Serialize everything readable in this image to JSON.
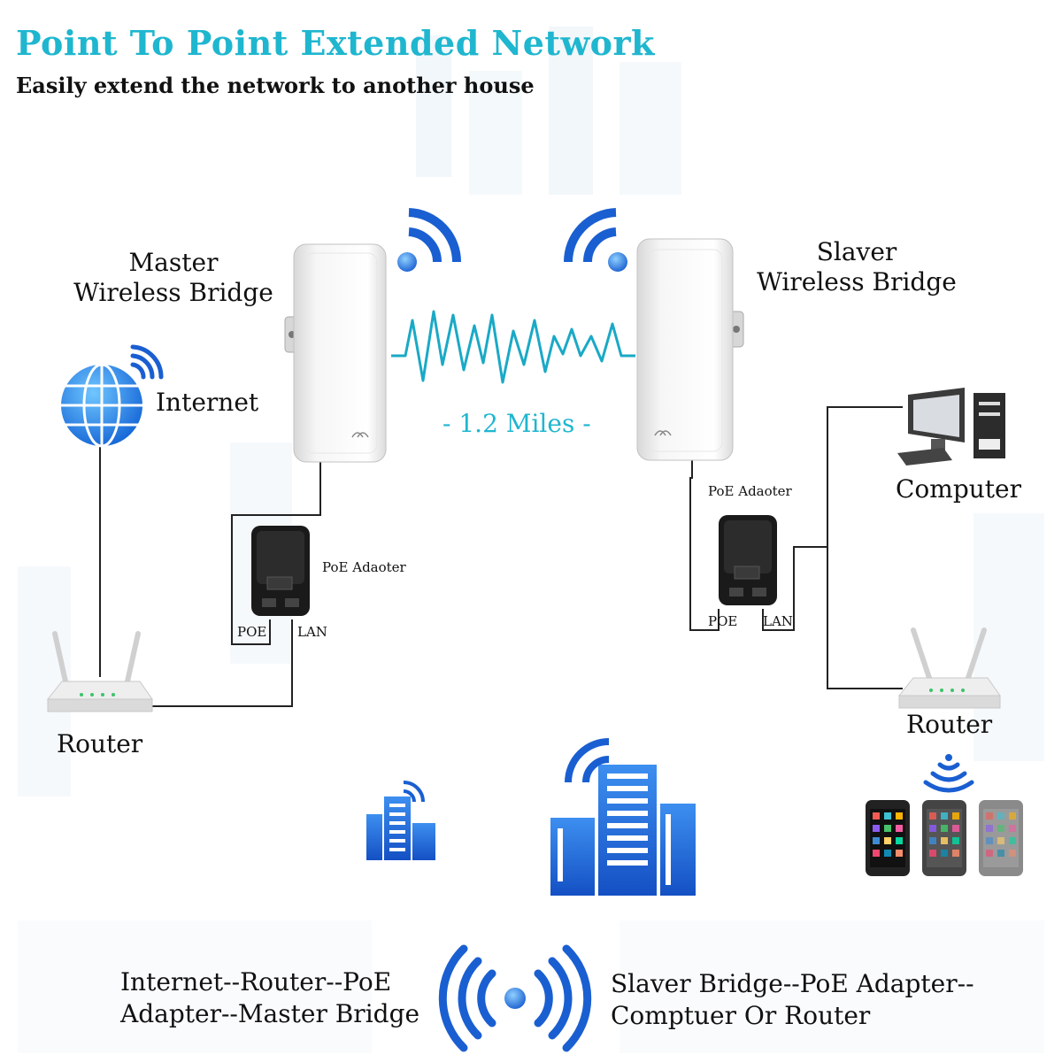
{
  "header": {
    "title": "Point To Point Extended Network",
    "subtitle": "Easily extend the network to another house"
  },
  "labels": {
    "master_bridge": [
      "Master",
      "Wireless Bridge"
    ],
    "slaver_bridge": [
      "Slaver",
      "Wireless Bridge"
    ],
    "internet": "Internet",
    "router_left": "Router",
    "router_right": "Router",
    "computer": "Computer",
    "poe_adapter_left": "PoE Adaoter",
    "poe_adapter_right": "PoE Adaoter",
    "poe_port_left": "POE",
    "lan_port_left": "LAN",
    "poe_port_right": "POE",
    "lan_port_right": "LAN",
    "distance": "- 1.2 Miles -"
  },
  "footer": {
    "left": [
      "Internet--Router--PoE",
      "Adapter--Master Bridge"
    ],
    "right": [
      "Slaver Bridge--PoE Adapter--",
      "Comptuer Or Router"
    ]
  },
  "colors": {
    "title": "#1fb6cf",
    "wave": "#1aa9c6",
    "signal_blue": "#1a5fd1",
    "cable": "#222222"
  }
}
